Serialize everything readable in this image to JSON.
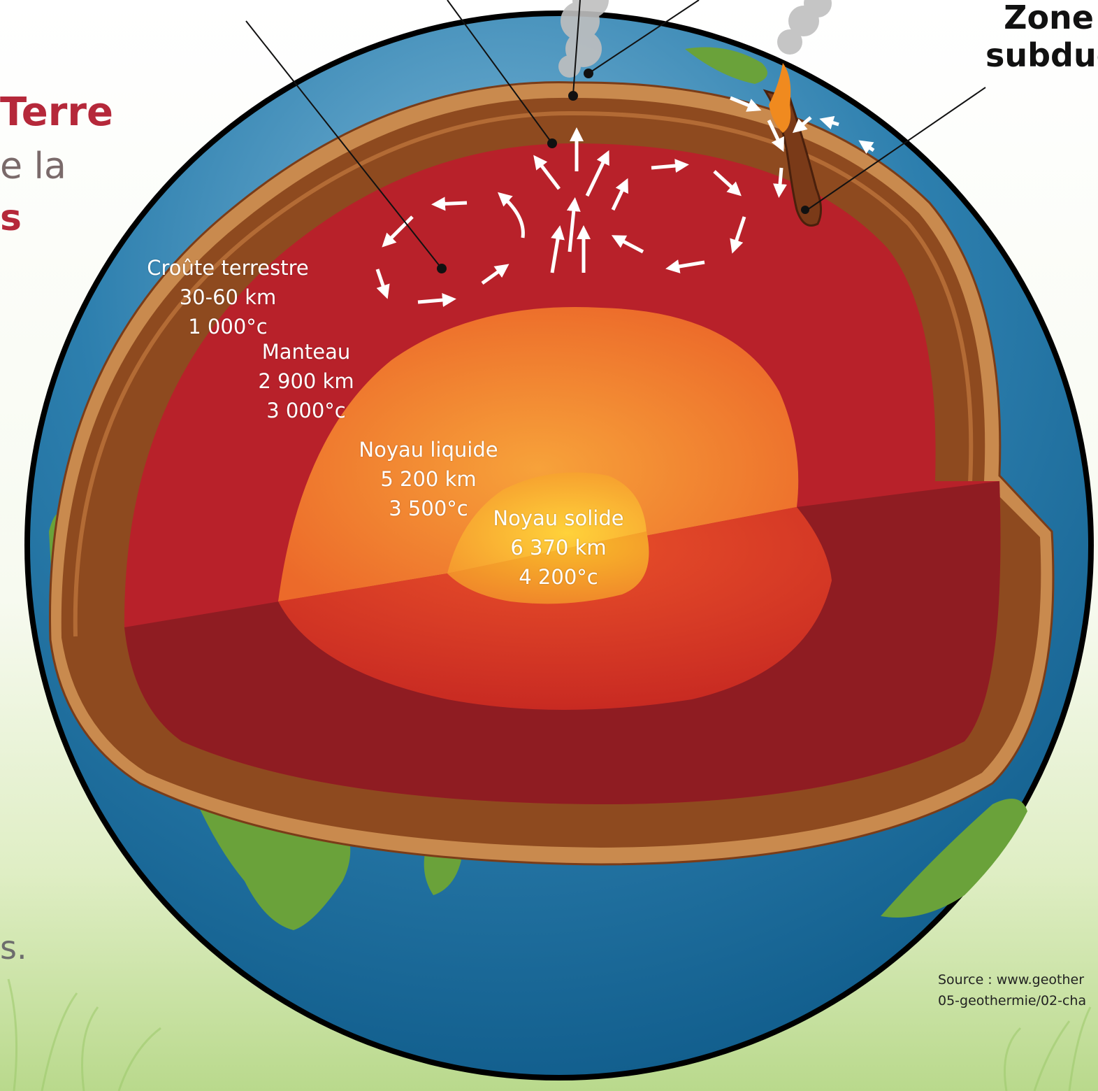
{
  "page": {
    "title_fragments": [
      "Terre",
      "e la",
      "s"
    ],
    "bottom_fragment": "s.",
    "zone_label_lines": [
      "Zone",
      "subduc"
    ]
  },
  "layers": [
    {
      "id": "crust",
      "name": "Croûte terrestre",
      "depth": "30-60 km",
      "temp": "1 000°c"
    },
    {
      "id": "mantle",
      "name": "Manteau",
      "depth": "2 900 km",
      "temp": "3 000°c"
    },
    {
      "id": "outer-core",
      "name": "Noyau liquide",
      "depth": "5 200 km",
      "temp": "3 500°c"
    },
    {
      "id": "inner-core",
      "name": "Noyau solide",
      "depth": "6 370 km",
      "temp": "4 200°c"
    }
  ],
  "source": {
    "line1": "Source : www.geother",
    "line2": "05-geothermie/02-cha"
  },
  "colors": {
    "ocean": "#1f6f9e",
    "land": "#6aa23a",
    "crust": "#8e4a1f",
    "crust_rim": "#c98a4e",
    "mantle": "#b8212a",
    "mantle_shadow": "#8f1c22",
    "outer_core": "#ef6b2a",
    "inner_core": "#f7b52c",
    "title": "#b5283a"
  }
}
